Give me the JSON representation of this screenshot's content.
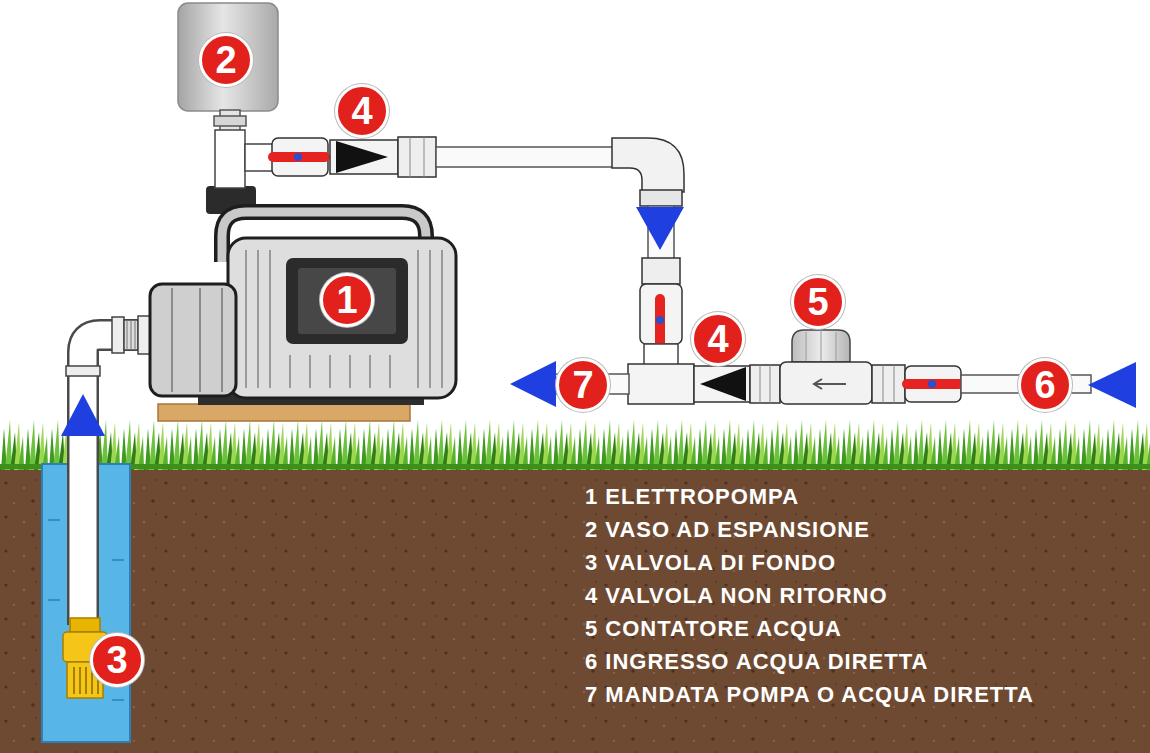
{
  "diagram": {
    "nodes": [
      {
        "text": [
          "2"
        ]
      },
      {
        "text": [
          "4"
        ]
      },
      {
        "text": [
          "1"
        ]
      },
      {
        "text": [
          "4"
        ]
      },
      {
        "text": [
          "5"
        ]
      },
      {
        "text": [
          "7"
        ]
      },
      {
        "text": [
          "6"
        ]
      },
      {
        "text": [
          "3"
        ]
      }
    ],
    "labels": [
      "1 ELETTROPOMPA",
      "2 VASO AD ESPANSIONE",
      "3 VALVOLA DI FONDO",
      "4 VALVOLA NON RITORNO",
      "5 CONTATORE ACQUA",
      "6 INGRESSO ACQUA DIRETTA",
      "7 MANDATA POMPA O ACQUA DIRETTA"
    ]
  }
}
